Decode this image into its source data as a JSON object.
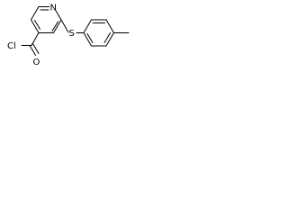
{
  "molecule": {
    "atoms": {
      "nitrogen": "N",
      "sulfur": "S",
      "chlorine": "Cl",
      "oxygen": "O"
    }
  }
}
